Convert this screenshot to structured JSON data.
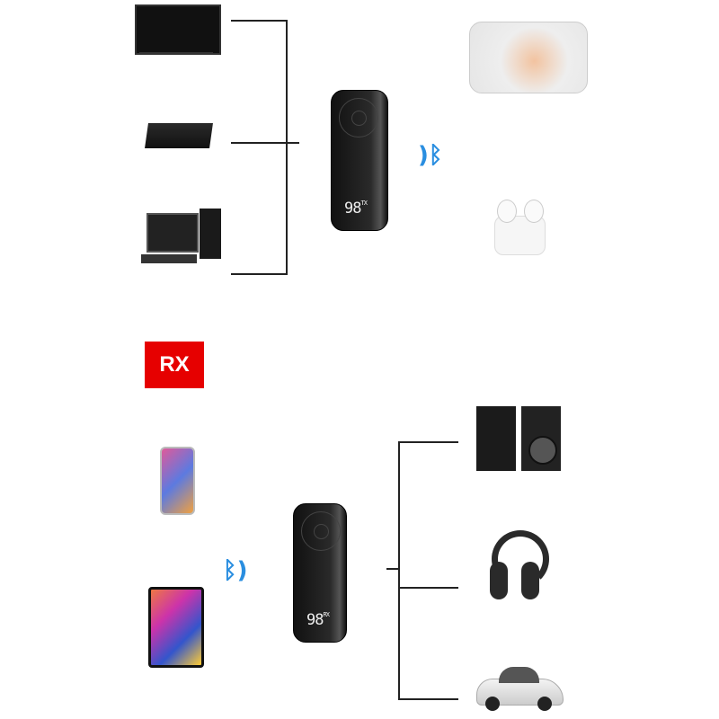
{
  "transmitter": {
    "display": "98",
    "mode": "TX"
  },
  "receiver": {
    "display": "98",
    "mode": "RX"
  },
  "rx_label": "RX",
  "colors": {
    "bluetooth": "#2a8ee0",
    "rx_badge": "#e60000",
    "device": "#1a1a1a"
  },
  "sources_top": [
    "tv",
    "set-top-box",
    "desktop-pc"
  ],
  "sinks_top": [
    "smart-speaker",
    "wireless-earbuds"
  ],
  "sources_bottom": [
    "smartphone",
    "tablet"
  ],
  "sinks_bottom": [
    "bookshelf-speakers",
    "headphones",
    "car"
  ],
  "icons": {
    "bluetooth": "bluetooth-icon"
  }
}
